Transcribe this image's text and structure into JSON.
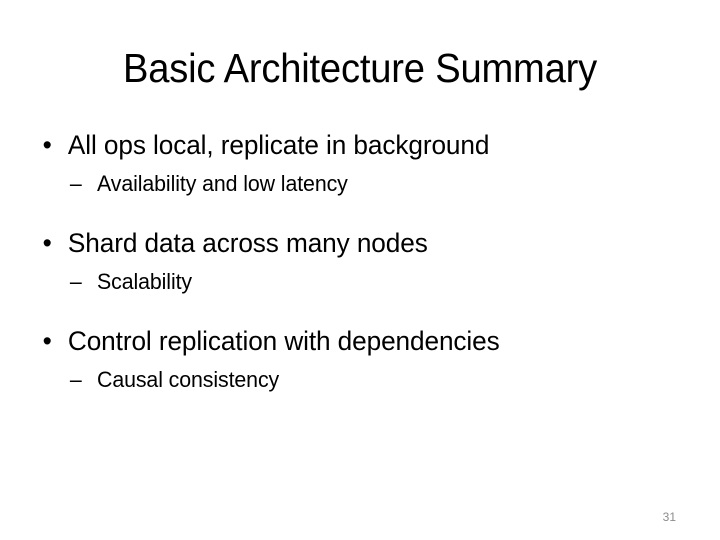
{
  "slide": {
    "title": "Basic Architecture Summary",
    "background_color": "#ffffff",
    "text_color": "#000000",
    "page_number": "31",
    "page_number_color": "#8c8c8c",
    "level1_marker": "•",
    "level2_marker": "–",
    "bullets": [
      {
        "text": "All ops local, replicate in background",
        "sub": "Availability and low latency"
      },
      {
        "text": "Shard data across many nodes",
        "sub": "Scalability"
      },
      {
        "text": "Control replication with dependencies",
        "sub": "Causal consistency"
      }
    ]
  }
}
